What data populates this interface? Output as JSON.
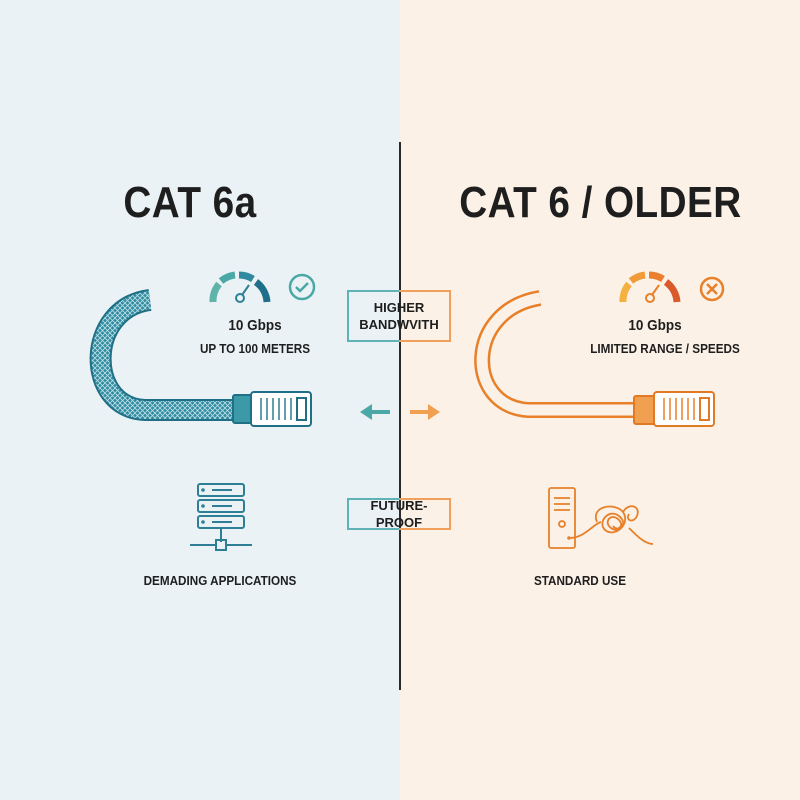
{
  "left": {
    "title": "CAT 6a",
    "speed": "10 Gbps",
    "range": "UP TO 100 METERS",
    "use_case": "DEMADING APPLICATIONS",
    "accent": "#2e7f96",
    "status_icon": "check-circle-icon"
  },
  "right": {
    "title": "CAT 6 / OLDER",
    "speed": "10 Gbps",
    "range": "LIMITED RANGE / SPEEDS",
    "use_case": "STANDARD USE",
    "accent": "#e8802a",
    "status_icon": "x-circle-icon"
  },
  "center": {
    "box1": "HIGHER BANDWVITH",
    "box2": "FUTURE-PROOF"
  }
}
